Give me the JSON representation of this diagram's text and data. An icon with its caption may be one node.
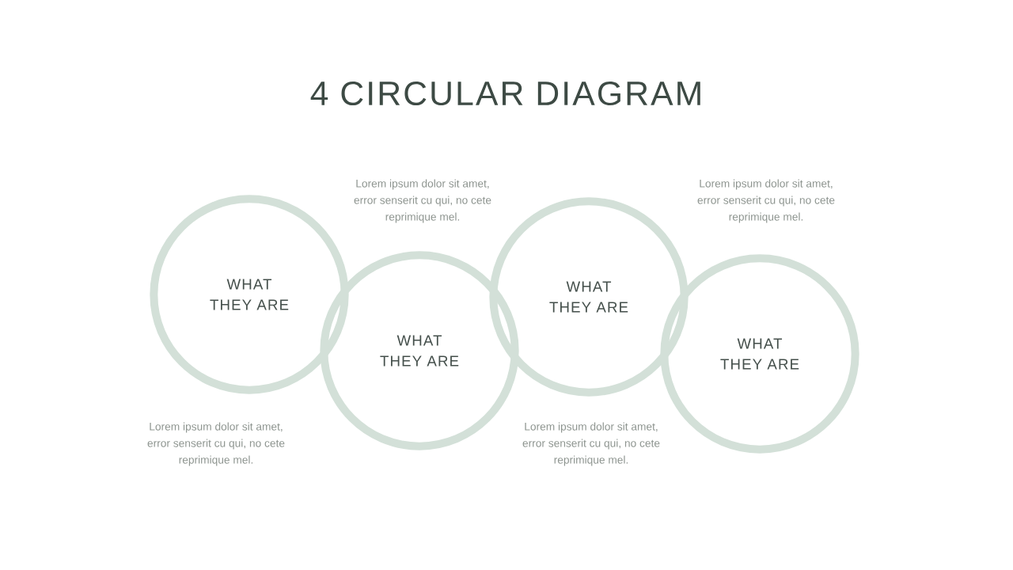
{
  "diagram": {
    "title": "4 CIRCULAR DIAGRAM",
    "nodes": [
      {
        "text": [
          "WHAT THEY ARE"
        ]
      },
      {
        "text": [
          "WHAT THEY ARE"
        ]
      },
      {
        "text": [
          "WHAT THEY ARE"
        ]
      },
      {
        "text": [
          "WHAT THEY ARE"
        ]
      }
    ],
    "labels": [
      "Lorem ipsum dolor sit amet, error senserit cu qui, no cete reprimique mel.",
      "Lorem ipsum dolor sit amet, error senserit cu qui, no cete reprimique mel.",
      "Lorem ipsum dolor sit amet, error senserit cu qui, no cete reprimique mel.",
      "Lorem ipsum dolor sit amet, error senserit cu qui, no cete reprimique mel."
    ]
  }
}
